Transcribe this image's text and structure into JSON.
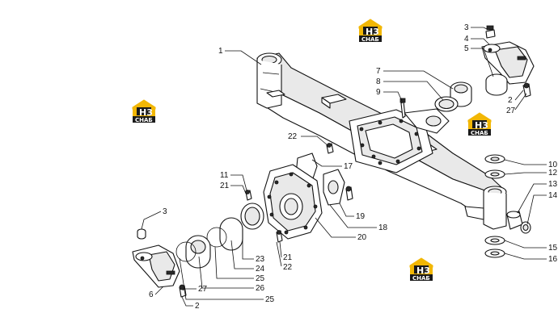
{
  "logo": {
    "mark": "H3",
    "text": "CHAБ",
    "colors": {
      "yellow": "#F2B705",
      "dark": "#1a1a1a"
    }
  },
  "callouts": [
    {
      "id": "c1",
      "label": "1"
    },
    {
      "id": "c3a",
      "label": "3"
    },
    {
      "id": "c4",
      "label": "4"
    },
    {
      "id": "c5",
      "label": "5"
    },
    {
      "id": "c2a",
      "label": "2"
    },
    {
      "id": "c27a",
      "label": "27"
    },
    {
      "id": "c7",
      "label": "7"
    },
    {
      "id": "c8",
      "label": "8"
    },
    {
      "id": "c9",
      "label": "9"
    },
    {
      "id": "c22a",
      "label": "22"
    },
    {
      "id": "c17",
      "label": "17"
    },
    {
      "id": "c10",
      "label": "10"
    },
    {
      "id": "c12",
      "label": "12"
    },
    {
      "id": "c13",
      "label": "13"
    },
    {
      "id": "c14",
      "label": "14"
    },
    {
      "id": "c15",
      "label": "15"
    },
    {
      "id": "c16",
      "label": "16"
    },
    {
      "id": "c11",
      "label": "11"
    },
    {
      "id": "c21a",
      "label": "21"
    },
    {
      "id": "c19",
      "label": "19"
    },
    {
      "id": "c18",
      "label": "18"
    },
    {
      "id": "c20",
      "label": "20"
    },
    {
      "id": "c21b",
      "label": "21"
    },
    {
      "id": "c22b",
      "label": "22"
    },
    {
      "id": "c3b",
      "label": "3"
    },
    {
      "id": "c23",
      "label": "23"
    },
    {
      "id": "c24",
      "label": "24"
    },
    {
      "id": "c25a",
      "label": "25"
    },
    {
      "id": "c26",
      "label": "26"
    },
    {
      "id": "c25b",
      "label": "25"
    },
    {
      "id": "c6",
      "label": "6"
    },
    {
      "id": "c27b",
      "label": "27"
    },
    {
      "id": "c2b",
      "label": "2"
    }
  ]
}
